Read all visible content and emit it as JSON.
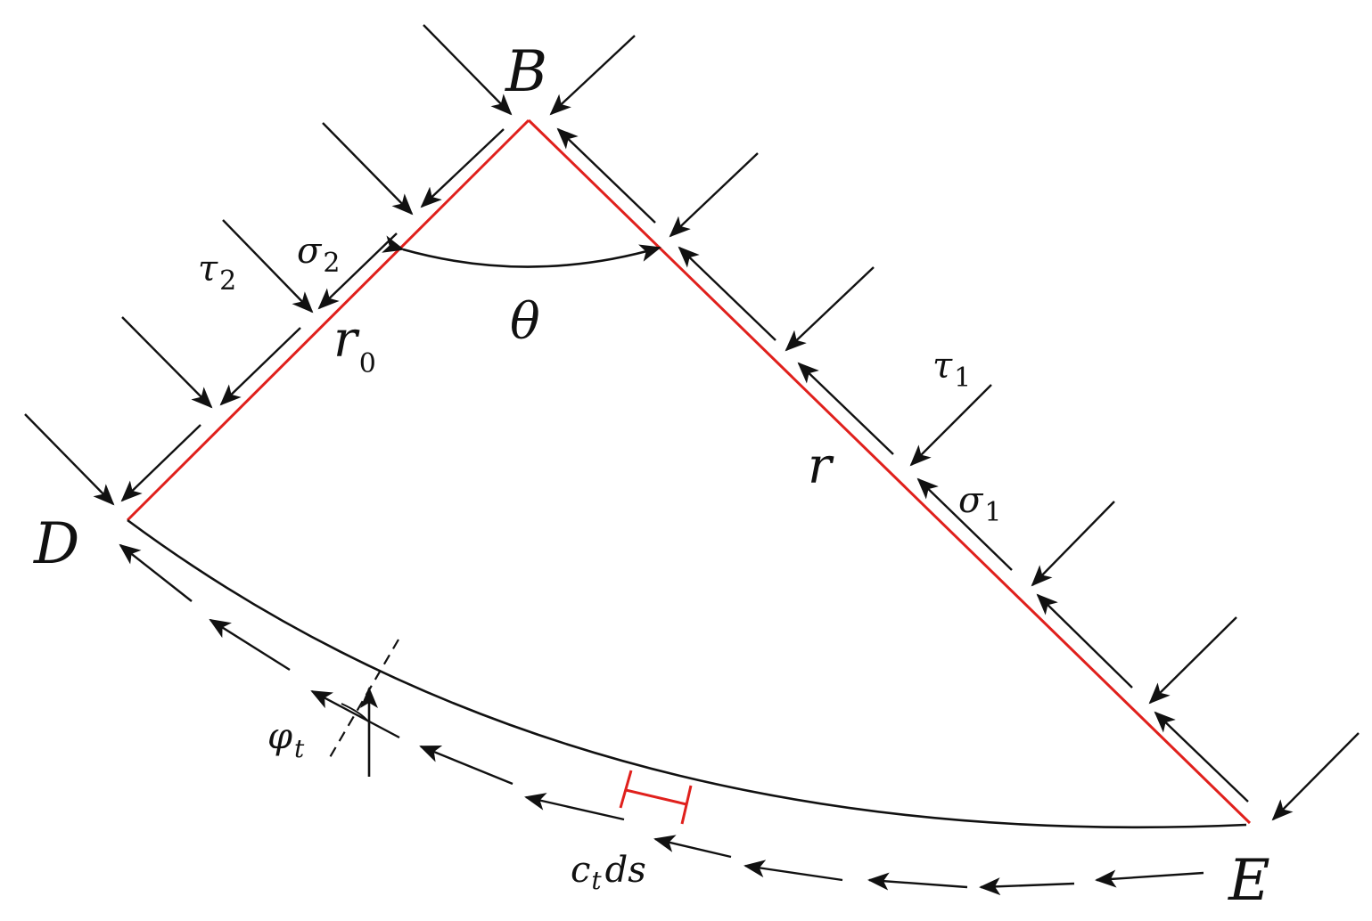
{
  "points": {
    "B": "B",
    "D": "D",
    "E": "E"
  },
  "labels": {
    "theta": "θ",
    "r": "r",
    "r0_main": "r",
    "r0_sub": "0",
    "tau1_main": "τ",
    "tau1_sub": "1",
    "sigma1_main": "σ",
    "sigma1_sub": "1",
    "tau2_main": "τ",
    "tau2_sub": "2",
    "sigma2_main": "σ",
    "sigma2_sub": "2",
    "phi_main": "φ",
    "phi_sub": "t",
    "ct_main": "c",
    "ct_sub": "t",
    "ds": "ds"
  },
  "colors": {
    "edge": "#e0201c",
    "ink": "#111111"
  }
}
